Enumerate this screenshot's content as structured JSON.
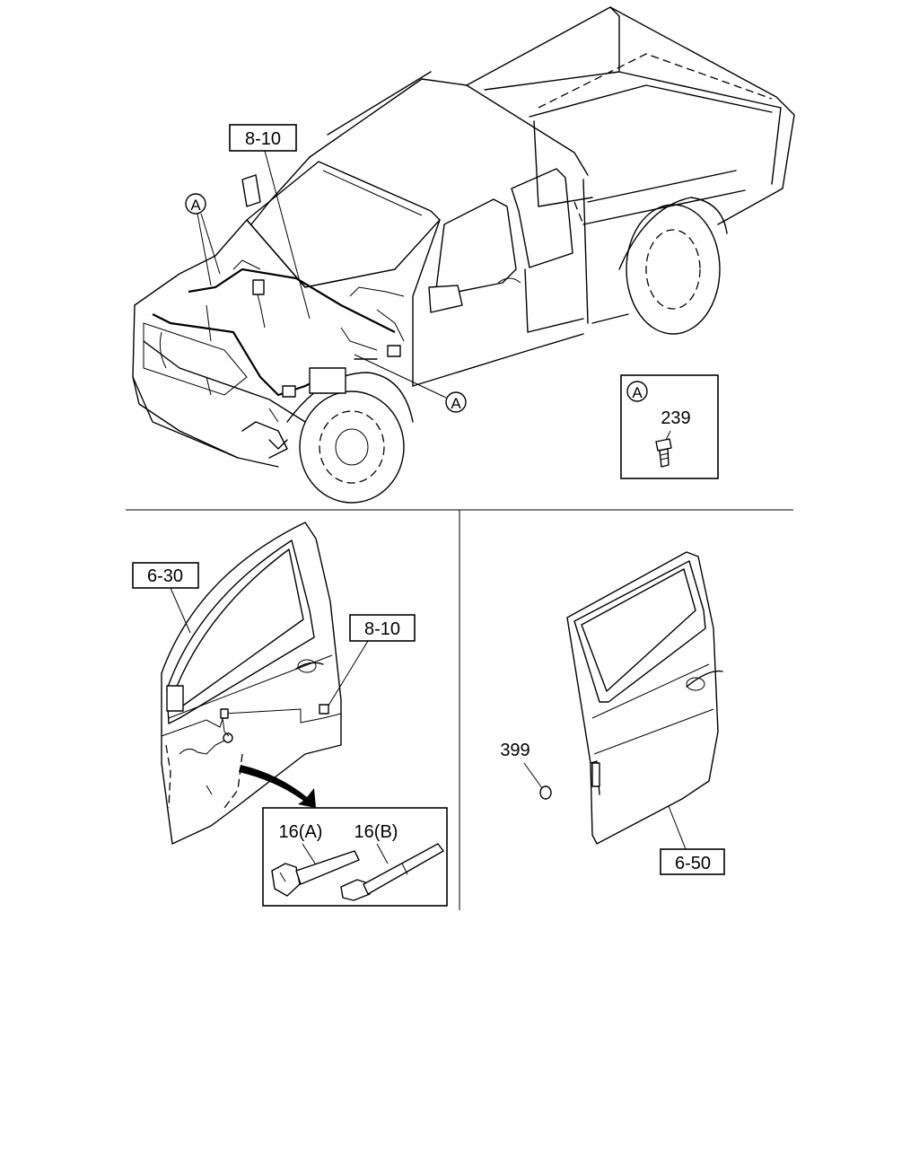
{
  "labels": {
    "top_harness_ref": "8-10",
    "callout_a_upper": "A",
    "callout_a_lower": "A",
    "detail_a_tag": "A",
    "detail_a_part": "239",
    "front_door_ref": "6-30",
    "front_door_harness_ref": "8-10",
    "clip_a": "16(A)",
    "clip_b": "16(B)",
    "rear_plug": "399",
    "rear_door_ref": "6-50"
  }
}
